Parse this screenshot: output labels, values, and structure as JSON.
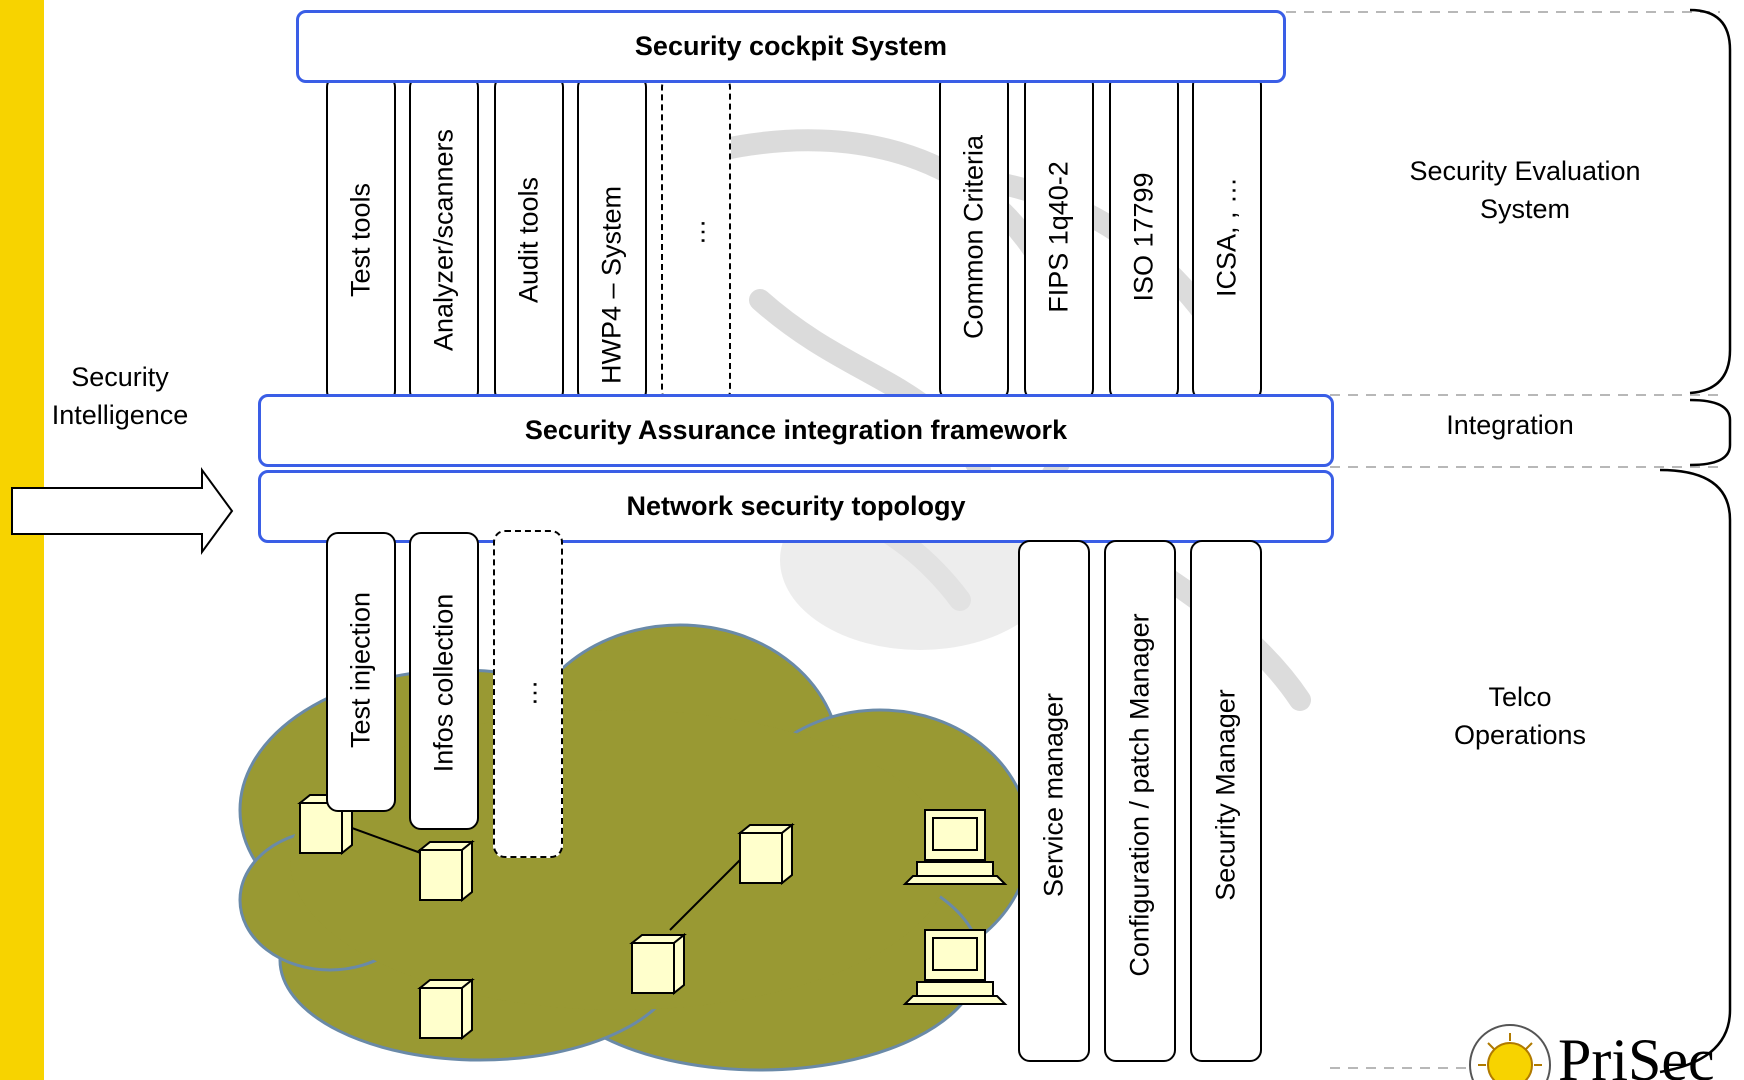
{
  "top_bar": "Security cockpit System",
  "integration_bar": "Security Assurance integration framework",
  "topology_bar": "Network security topology",
  "top_columns": [
    "Test tools",
    "Analyzer/scanners",
    "Audit tools",
    "HWP4 – System",
    "…",
    "Common Criteria",
    "FIPS 1q40-2",
    "ISO 17799",
    "ICSA, , …"
  ],
  "bottom_left_columns": [
    "Test injection",
    "Infos collection",
    "…"
  ],
  "bottom_right_columns": [
    "Service manager",
    "Configuration / patch  Manager",
    "Security Manager"
  ],
  "side_labels": {
    "intelligence": [
      "Security",
      "Intelligence"
    ],
    "evaluation": [
      "Security Evaluation",
      "System"
    ],
    "integration": "Integration",
    "telco": [
      "Telco",
      "Operations"
    ]
  },
  "logo_text": "PriSec",
  "colors": {
    "accent_yellow": "#f7d300",
    "bar_border": "#3a5ee6",
    "cloud_fill": "#999933",
    "device_fill": "#ffffcc"
  }
}
